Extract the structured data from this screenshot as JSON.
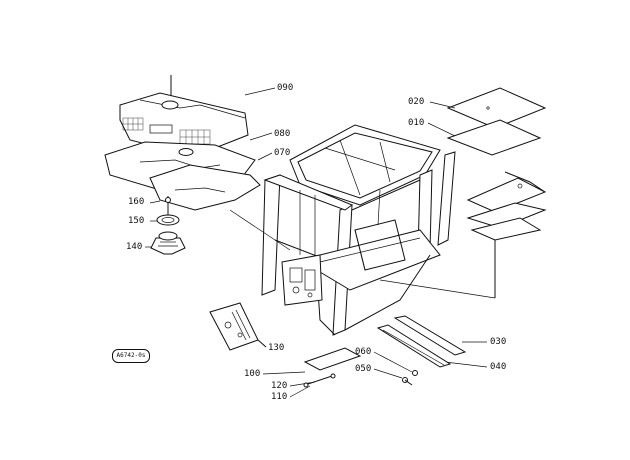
{
  "diagram": {
    "ref_code": "A6742-0s",
    "parts": [
      {
        "id": "p090",
        "label": "090"
      },
      {
        "id": "p080",
        "label": "080"
      },
      {
        "id": "p070",
        "label": "070"
      },
      {
        "id": "p160",
        "label": "160"
      },
      {
        "id": "p150",
        "label": "150"
      },
      {
        "id": "p140",
        "label": "140"
      },
      {
        "id": "p130",
        "label": "130"
      },
      {
        "id": "p020",
        "label": "020"
      },
      {
        "id": "p010",
        "label": "010"
      },
      {
        "id": "p030",
        "label": "030"
      },
      {
        "id": "p040",
        "label": "040"
      },
      {
        "id": "p060",
        "label": "060"
      },
      {
        "id": "p050",
        "label": "050"
      },
      {
        "id": "p100",
        "label": "100"
      },
      {
        "id": "p120",
        "label": "120"
      },
      {
        "id": "p110",
        "label": "110"
      }
    ]
  }
}
